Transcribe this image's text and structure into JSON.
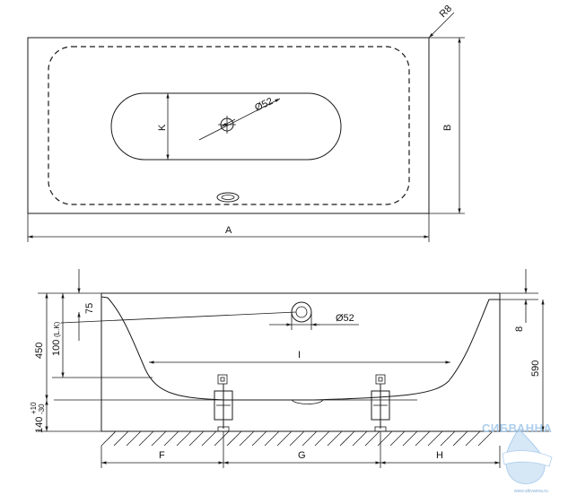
{
  "top_view": {
    "label_radius": "R8",
    "label_width": "B",
    "label_length": "A",
    "label_drain_dia": "Ø52",
    "label_k": "K"
  },
  "side_view": {
    "label_75": "75",
    "label_450": "450",
    "label_100": "100",
    "label_100_note": "(L.K)",
    "label_140": "140",
    "label_140_tol_plus": "+10",
    "label_140_tol_minus": "-30",
    "label_drain_dia": "Ø52",
    "label_i": "I",
    "label_8": "8",
    "label_590": "590",
    "label_f": "F",
    "label_g": "G",
    "label_h": "H"
  },
  "watermark": {
    "brand": "СИБВАННА",
    "url": "www.sibvanna.ru",
    "color": "#9fc6ea"
  }
}
